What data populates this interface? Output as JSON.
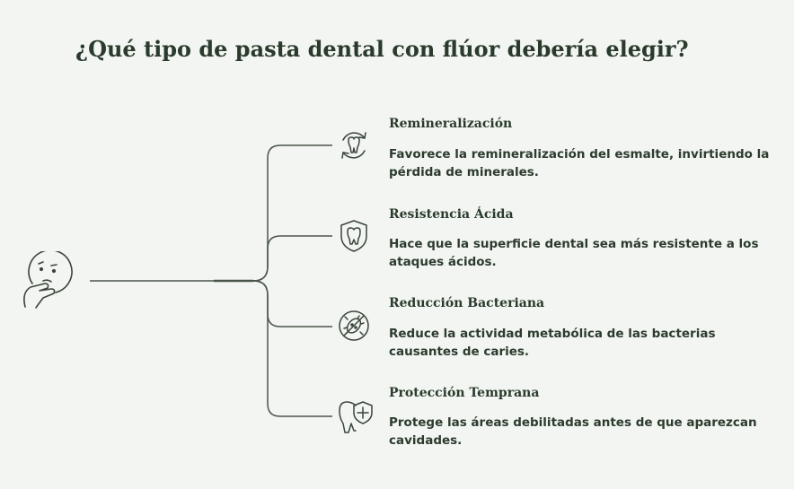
{
  "title": "¿Qué tipo de pasta dental con flúor debería elegir?",
  "items": [
    {
      "title": "Remineralización",
      "desc": "Favorece la remineralización del esmalte, invirtiendo la pérdida de minerales.",
      "icon": "tooth-cycle-icon"
    },
    {
      "title": "Resistencia Ácida",
      "desc": "Hace que la superficie dental sea más resistente a los ataques ácidos.",
      "icon": "tooth-shield-icon"
    },
    {
      "title": "Reducción Bacteriana",
      "desc": "Reduce la actividad metabólica de las bacterias causantes de caries.",
      "icon": "bacteria-crossed-icon"
    },
    {
      "title": "Protección Temprana",
      "desc": "Protege las áreas debilitadas antes de que aparezcan cavidades.",
      "icon": "tooth-plus-shield-icon"
    }
  ],
  "center_icon": "thinking-face-icon",
  "colors": {
    "background": "#f2f5f1",
    "text": "#2a3a2c",
    "line": "#4a554b"
  }
}
